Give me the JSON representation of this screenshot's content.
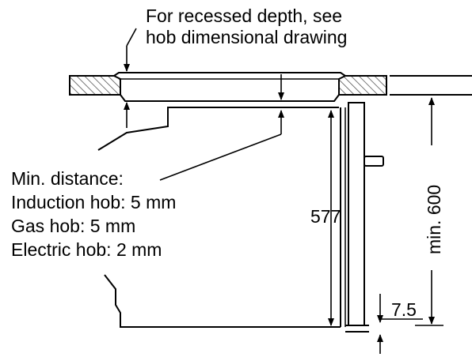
{
  "notes": {
    "recessed_line1": "For recessed depth, see",
    "recessed_line2": "hob dimensional drawing",
    "min_distance_title": "Min. distance:",
    "induction": "Induction hob: 5 mm",
    "gas": "Gas hob: 5 mm",
    "electric": "Electric hob: 2 mm"
  },
  "dimensions": {
    "oven_height": "577",
    "min_height": "min. 600",
    "base_gap": "7.5"
  }
}
